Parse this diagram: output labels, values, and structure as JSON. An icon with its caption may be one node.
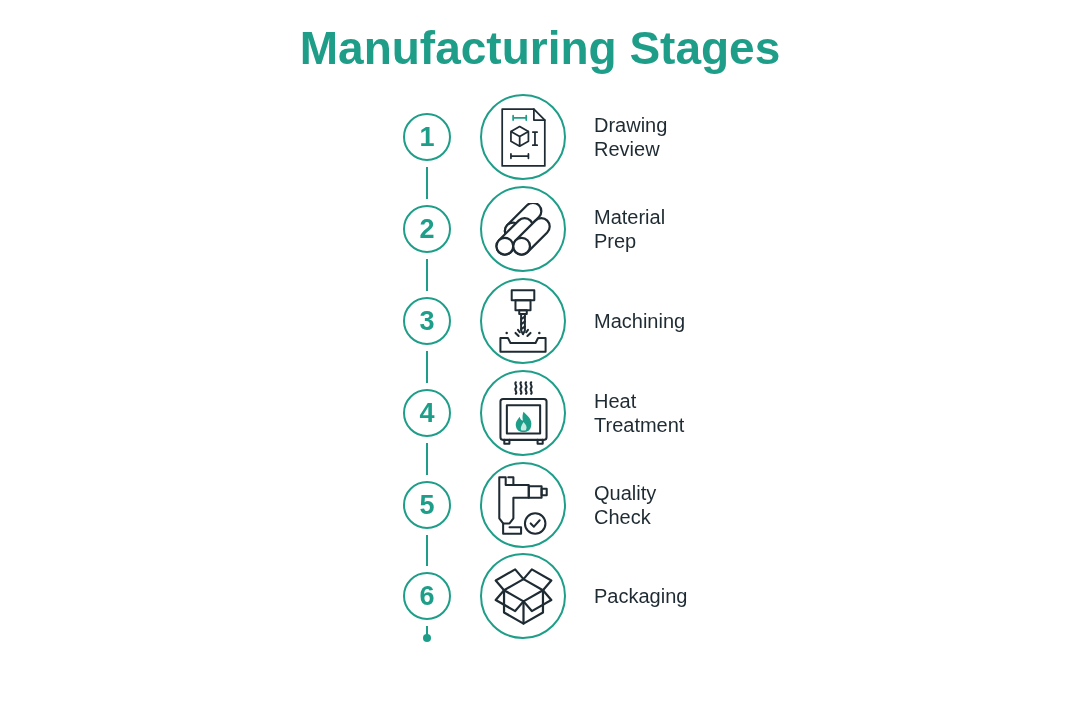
{
  "diagram": {
    "title": "Manufacturing Stages",
    "nodes": [
      {
        "text": [
          "1"
        ]
      },
      {
        "text": [],
        "shape": "picture",
        "beside": [
          "Drawing Review"
        ]
      },
      {
        "text": [
          "2"
        ]
      },
      {
        "text": [],
        "shape": "picture",
        "beside": [
          "Material Prep"
        ]
      },
      {
        "text": [
          "3"
        ]
      },
      {
        "text": [],
        "shape": "picture",
        "beside": [
          "Machining"
        ]
      },
      {
        "text": [
          "4"
        ]
      },
      {
        "text": [],
        "shape": "picture",
        "beside": [
          "Heat Treatment"
        ]
      },
      {
        "text": [
          "5"
        ]
      },
      {
        "text": [],
        "shape": "picture",
        "beside": [
          "Quality Check"
        ]
      },
      {
        "text": [
          "6"
        ]
      },
      {
        "text": [],
        "shape": "picture",
        "beside": [
          "Packaging"
        ]
      }
    ],
    "edges": [
      {
        "from": 0,
        "to": 2,
        "arrow": "none"
      },
      {
        "from": 2,
        "to": 4,
        "arrow": "none"
      },
      {
        "from": 4,
        "to": 6,
        "arrow": "none"
      },
      {
        "from": 6,
        "to": 8,
        "arrow": "none"
      },
      {
        "from": 8,
        "to": 10,
        "arrow": "none"
      },
      {
        "from": 10,
        "to": null,
        "arrow": "other"
      }
    ]
  }
}
